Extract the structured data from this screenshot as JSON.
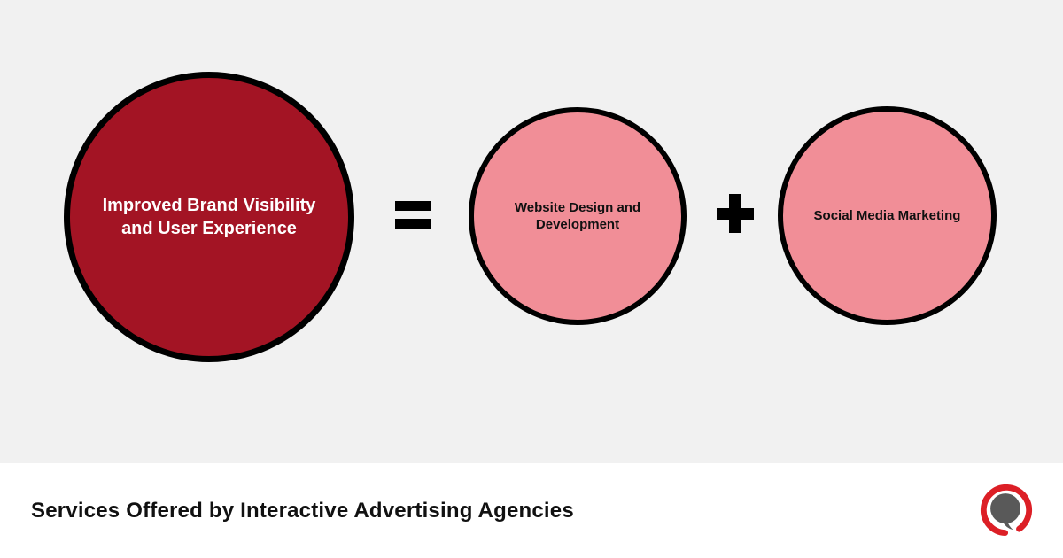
{
  "colors": {
    "background": "#f1f1f1",
    "footer_background": "#ffffff",
    "result_circle_fill": "#a31424",
    "service_circle_fill": "#f18e97",
    "circle_border": "#000000",
    "result_text": "#ffffff",
    "service_text": "#111111",
    "operator_color": "#000000",
    "logo_ring_red": "#dc1f26",
    "logo_bubble_gray": "#595959"
  },
  "diagram": {
    "result_circle": {
      "label": "Improved Brand Visibility and User Experience",
      "line1": "Improved Brand Visibility",
      "line2": "and User Experience"
    },
    "equals_symbol": "=",
    "plus_symbol": "+",
    "service_circles": [
      {
        "label": "Website Design and Development",
        "line1": "Website Design and",
        "line2": "Development"
      },
      {
        "label": "Social Media Marketing",
        "line1": "Social Media Marketing",
        "line2": ""
      }
    ]
  },
  "footer": {
    "title": "Services Offered by Interactive Advertising Agencies",
    "logo": "speech-bubble-ring-logo"
  }
}
